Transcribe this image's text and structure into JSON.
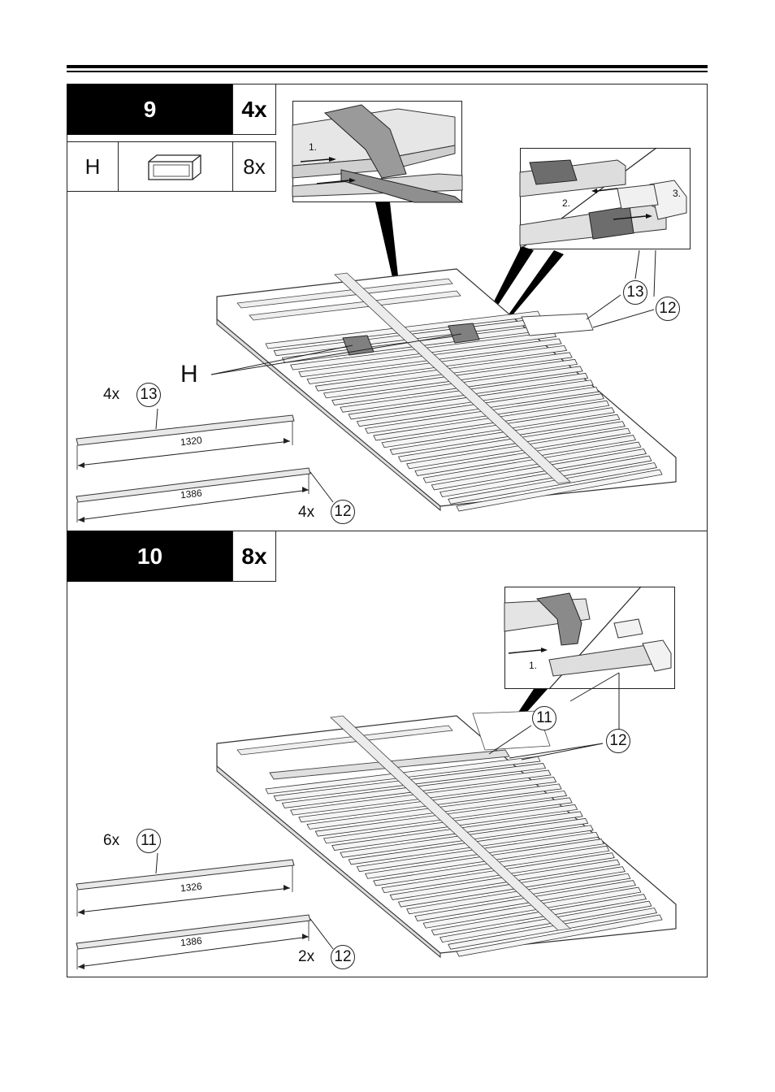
{
  "step9": {
    "number": "9",
    "quantity": "4x",
    "part_letter": "H",
    "part_quantity": "8x",
    "callout_part": "H",
    "inset_labels": [
      "1.",
      "2.",
      "3."
    ],
    "badges": [
      "13",
      "12"
    ],
    "rail_a": {
      "qty": "4x",
      "badge": "13",
      "length": "1320"
    },
    "rail_b": {
      "qty": "4x",
      "badge": "12",
      "length": "1386"
    }
  },
  "step10": {
    "number": "10",
    "quantity": "8x",
    "inset_labels": [
      "1."
    ],
    "badges": [
      "11",
      "12"
    ],
    "rail_a": {
      "qty": "6x",
      "badge": "11",
      "length": "1326"
    },
    "rail_b": {
      "qty": "2x",
      "badge": "12",
      "length": "1386"
    }
  }
}
